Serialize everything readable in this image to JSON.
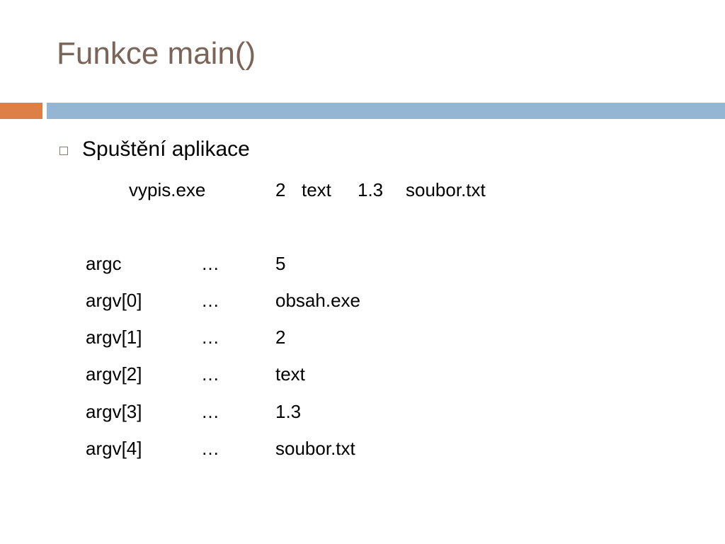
{
  "title": "Funkce main()",
  "colors": {
    "title": "#7a6558",
    "accent_bar": "#dd8047",
    "main_bar": "#94b6d2"
  },
  "bullet": {
    "icon": "hollow-square-bullet-icon",
    "text": "Spuštění aplikace"
  },
  "command": {
    "program": "vypis.exe",
    "args": [
      "2",
      "text",
      "1.3",
      "soubor.txt"
    ]
  },
  "table": {
    "rows": [
      {
        "name": "argc",
        "sep": "…",
        "value": "5"
      },
      {
        "name": "argv[0]",
        "sep": "…",
        "value": "obsah.exe"
      },
      {
        "name": "argv[1]",
        "sep": "…",
        "value": "2"
      },
      {
        "name": "argv[2]",
        "sep": "…",
        "value": "text"
      },
      {
        "name": "argv[3]",
        "sep": "…",
        "value": "1.3"
      },
      {
        "name": "argv[4]",
        "sep": "…",
        "value": "soubor.txt"
      }
    ]
  }
}
